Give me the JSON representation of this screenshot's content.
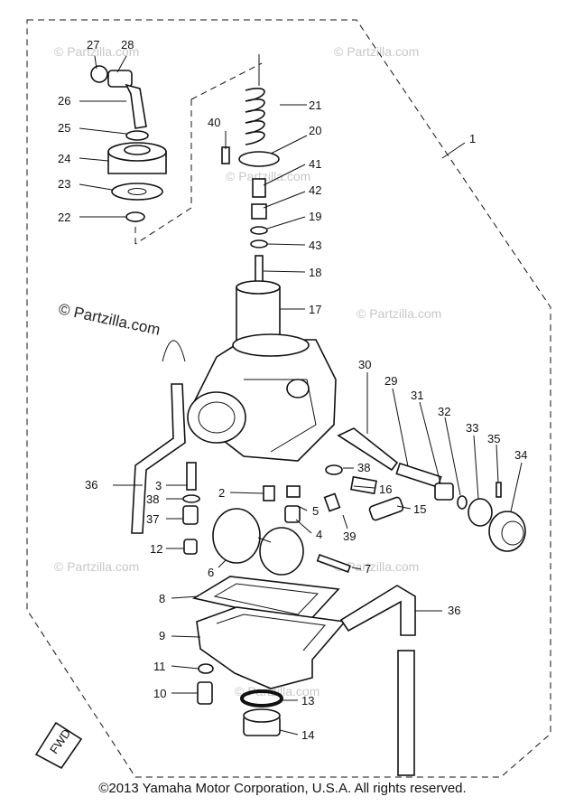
{
  "diagram": {
    "watermarks": [
      "© Partzilla.com",
      "© Partzilla.com",
      "© Partzilla.com",
      "© Partzilla.com",
      "© Partzilla.com",
      "© Partzilla.com",
      "© Partzilla.com",
      "© Partzilla.com"
    ],
    "callouts": [
      "1",
      "2",
      "3",
      "4",
      "5",
      "6",
      "7",
      "8",
      "9",
      "10",
      "11",
      "12",
      "13",
      "14",
      "15",
      "16",
      "17",
      "18",
      "19",
      "20",
      "21",
      "22",
      "23",
      "24",
      "25",
      "26",
      "27",
      "28",
      "29",
      "30",
      "31",
      "32",
      "33",
      "34",
      "35",
      "36",
      "36",
      "37",
      "38",
      "38",
      "39",
      "40",
      "41",
      "42",
      "43"
    ],
    "fwd_label": "FWD"
  },
  "footer": {
    "copyright": "©2013 Yamaha Motor Corporation, U.S.A. All rights reserved."
  }
}
